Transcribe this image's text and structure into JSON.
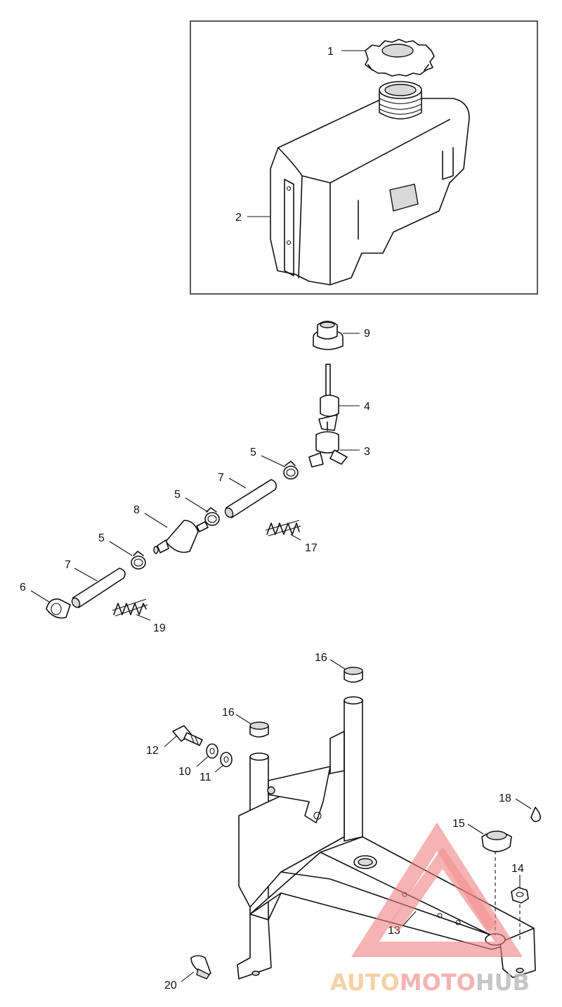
{
  "callouts": [
    {
      "id": "c1",
      "text": "1"
    },
    {
      "id": "c2",
      "text": "2"
    },
    {
      "id": "c9",
      "text": "9"
    },
    {
      "id": "c4",
      "text": "4"
    },
    {
      "id": "c3",
      "text": "3"
    },
    {
      "id": "c5a",
      "text": "5"
    },
    {
      "id": "c7a",
      "text": "7"
    },
    {
      "id": "c5b",
      "text": "5"
    },
    {
      "id": "c8",
      "text": "8"
    },
    {
      "id": "c17",
      "text": "17"
    },
    {
      "id": "c5c",
      "text": "5"
    },
    {
      "id": "c7b",
      "text": "7"
    },
    {
      "id": "c6",
      "text": "6"
    },
    {
      "id": "c19",
      "text": "19"
    },
    {
      "id": "c16a",
      "text": "16"
    },
    {
      "id": "c16b",
      "text": "16"
    },
    {
      "id": "c12",
      "text": "12"
    },
    {
      "id": "c10",
      "text": "10"
    },
    {
      "id": "c11",
      "text": "11"
    },
    {
      "id": "c18",
      "text": "18"
    },
    {
      "id": "c15",
      "text": "15"
    },
    {
      "id": "c14",
      "text": "14"
    },
    {
      "id": "c13",
      "text": "13"
    },
    {
      "id": "c20",
      "text": "20"
    }
  ],
  "watermark": {
    "auto": "AUTO",
    "moto": "MOTO",
    "hub": "HUB",
    "colors": {
      "auto": "#f5c99a",
      "moto": "#f4a6a6",
      "hub": "#bdbdbd",
      "triangle": "#f08080"
    }
  }
}
